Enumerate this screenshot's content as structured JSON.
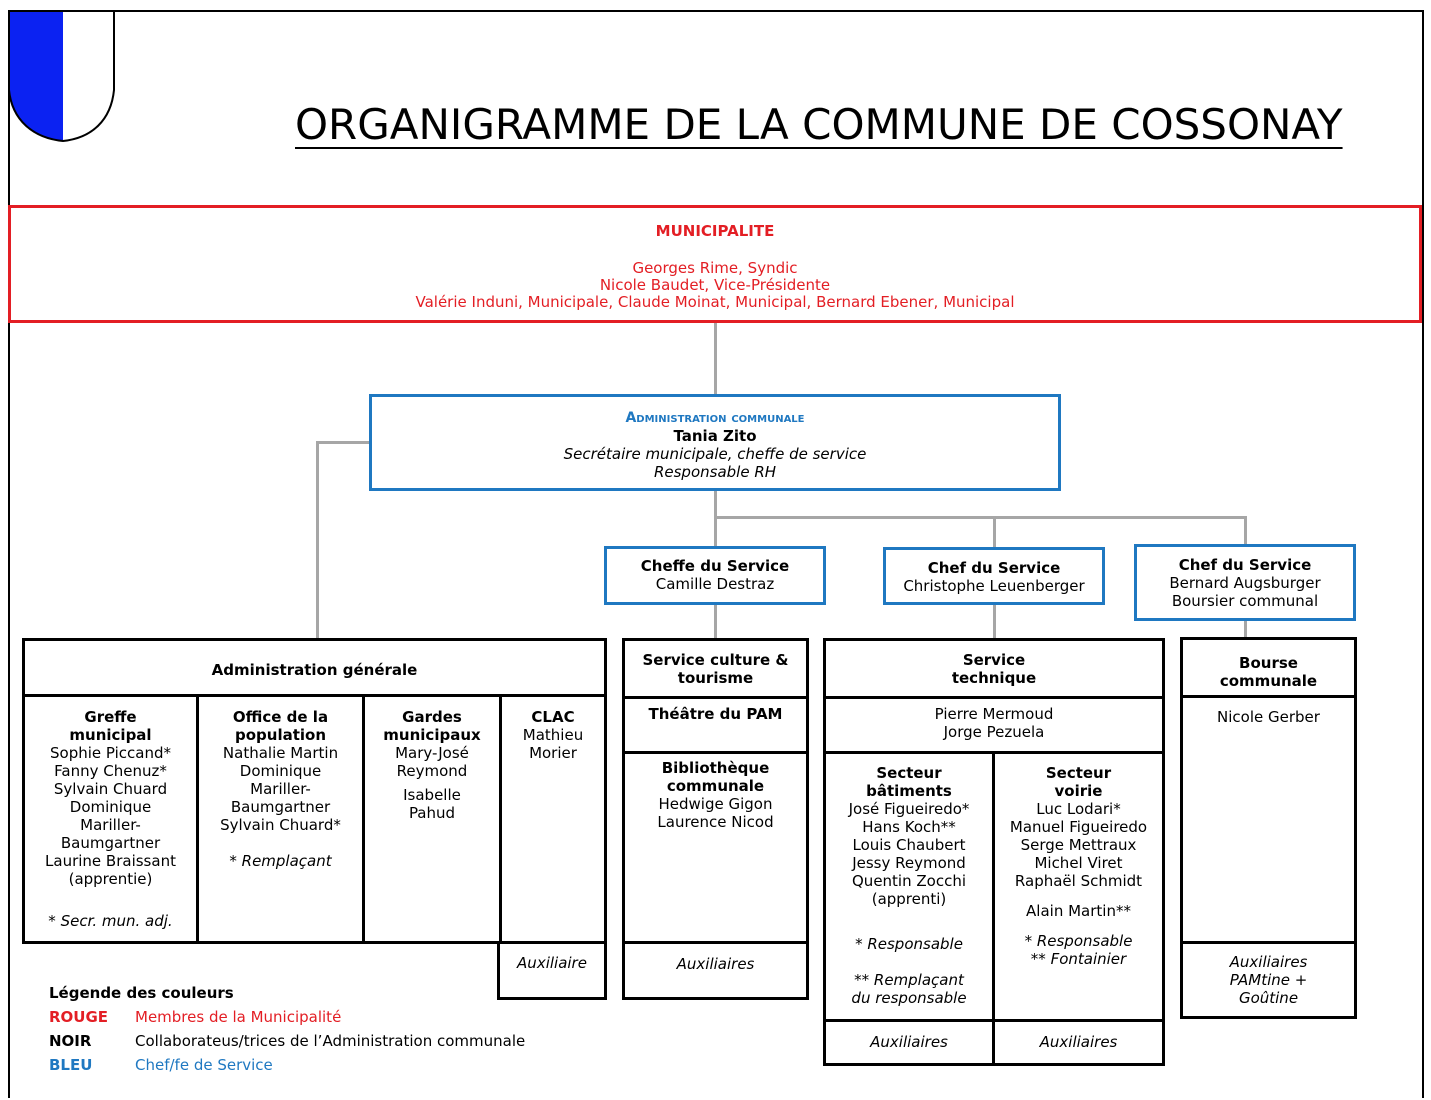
{
  "title": "ORGANIGRAMME DE LA COMMUNE DE COSSONAY",
  "colors": {
    "red": "#e31e24",
    "blue": "#1f78c1",
    "black": "#000000",
    "connector": "#a6a6a6"
  },
  "logo": {
    "icon": "coat-of-arms-shield-blue-white"
  },
  "municipalite": {
    "heading": "MUNICIPALITE",
    "line1": "Georges Rime, Syndic",
    "line2": "Nicole Baudet, Vice-Présidente",
    "line3": "Valérie Induni, Municipale, Claude Moinat, Municipal, Bernard Ebener, Municipal"
  },
  "administration": {
    "heading": "Administration communale",
    "name": "Tania Zito",
    "role1": "Secrétaire municipale, cheffe de service",
    "role2": "Responsable RH"
  },
  "chefs": [
    {
      "title": "Cheffe du Service",
      "name": "Camille Destraz",
      "extra": ""
    },
    {
      "title": "Chef du Service",
      "name": "Christophe Leuenberger",
      "extra": ""
    },
    {
      "title": "Chef du Service",
      "name": "Bernard Augsburger",
      "extra": "Boursier communal"
    }
  ],
  "admin_generale": {
    "heading": "Administration générale",
    "greffe": {
      "title1": "Greffe",
      "title2": "municipal",
      "lines": [
        "Sophie Piccand*",
        "Fanny Chenuz*",
        "Sylvain Chuard",
        "Dominique",
        "Mariller-",
        "Baumgartner",
        "Laurine Braissant",
        "(apprentie)"
      ],
      "note": "* Secr. mun. adj."
    },
    "office": {
      "title1": "Office de la",
      "title2": "population",
      "lines": [
        "Nathalie Martin",
        "Dominique",
        "Mariller-",
        "Baumgartner",
        "Sylvain Chuard*"
      ],
      "note": "* Remplaçant"
    },
    "gardes": {
      "title1": "Gardes",
      "title2": "municipaux",
      "lines1": [
        "Mary-José",
        "Reymond"
      ],
      "lines2": [
        "Isabelle",
        "Pahud"
      ]
    },
    "clac": {
      "title": "CLAC",
      "lines": [
        "Mathieu",
        "Morier"
      ],
      "footer": "Auxiliaire"
    }
  },
  "culture": {
    "heading1": "Service culture &",
    "heading2": "tourisme",
    "theatre": "Théâtre du PAM",
    "biblio1": "Bibliothèque",
    "biblio2": "communale",
    "lines": [
      "Hedwige Gigon",
      "Laurence Nicod"
    ],
    "footer": "Auxiliaires"
  },
  "technique": {
    "heading1": "Service",
    "heading2": "technique",
    "staff": [
      "Pierre Mermoud",
      "Jorge Pezuela"
    ],
    "batiments": {
      "title1": "Secteur",
      "title2": "bâtiments",
      "lines": [
        "José Figueiredo*",
        "Hans Koch**",
        "Louis Chaubert",
        "Jessy Reymond",
        "Quentin Zocchi",
        "(apprenti)"
      ],
      "note1": "* Responsable",
      "note2a": "** Remplaçant",
      "note2b": "du responsable",
      "footer": "Auxiliaires"
    },
    "voirie": {
      "title1": "Secteur",
      "title2": "voirie",
      "lines": [
        "Luc Lodari*",
        "Manuel Figueiredo",
        "Serge Mettraux",
        "Michel Viret",
        "Raphaël Schmidt"
      ],
      "extra": "Alain Martin**",
      "note1": "* Responsable",
      "note2": "** Fontainier",
      "footer": "Auxiliaires"
    }
  },
  "bourse": {
    "heading1": "Bourse",
    "heading2": "communale",
    "name": "Nicole Gerber",
    "footer1": "Auxiliaires",
    "footer2": "PAMtine +",
    "footer3": "Goûtine"
  },
  "legend": {
    "title": "Légende des couleurs",
    "rows": [
      {
        "key": "ROUGE",
        "label": "Membres de la Municipalité"
      },
      {
        "key": "NOIR",
        "label": "Collaborateus/trices de l’Administration communale"
      },
      {
        "key": "BLEU",
        "label": "Chef/fe de Service"
      }
    ]
  }
}
